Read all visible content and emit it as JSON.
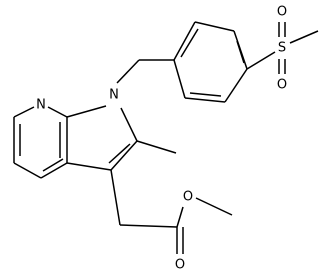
{
  "atoms": {
    "n_pyridine": "N",
    "n_pyrrole": "N",
    "s_sulfonyl": "S",
    "o_sulfonyl_top": "O",
    "o_sulfonyl_bottom": "O",
    "o_ester_single": "O",
    "o_ester_double": "O"
  },
  "colors": {
    "bond": "#000000",
    "label": "#000000",
    "background": "#ffffff"
  }
}
